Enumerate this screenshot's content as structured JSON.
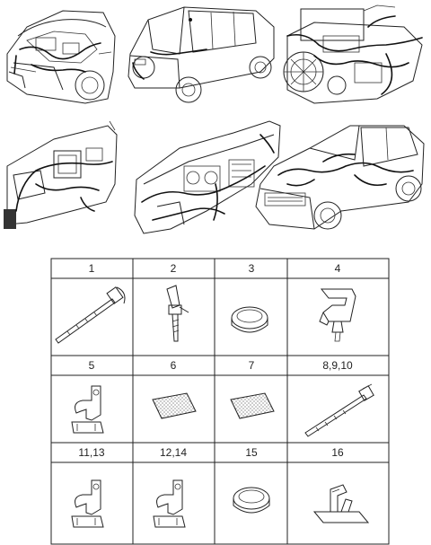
{
  "illustrations": [
    {
      "name": "engine-bay-view-illustration"
    },
    {
      "name": "suv-rear-view-illustration"
    },
    {
      "name": "engine-harness-illustration"
    },
    {
      "name": "door-panel-harness-illustration"
    },
    {
      "name": "dashboard-harness-illustration"
    },
    {
      "name": "suv-front-harness-illustration"
    }
  ],
  "parts": [
    {
      "label": "1",
      "icon": "cable-tie-with-clip-icon"
    },
    {
      "label": "2",
      "icon": "push-clip-tie-icon"
    },
    {
      "label": "3",
      "icon": "round-grommet-icon"
    },
    {
      "label": "4",
      "icon": "harness-clamp-clip-icon"
    },
    {
      "label": "5",
      "icon": "bracket-clamp-icon"
    },
    {
      "label": "6",
      "icon": "foam-pad-icon"
    },
    {
      "label": "7",
      "icon": "foam-pad-icon"
    },
    {
      "label": "8,9,10",
      "icon": "cable-tie-icon"
    },
    {
      "label": "11,13",
      "icon": "bracket-clamp-icon"
    },
    {
      "label": "12,14",
      "icon": "bracket-clamp-icon"
    },
    {
      "label": "15",
      "icon": "round-grommet-icon"
    },
    {
      "label": "16",
      "icon": "edge-clip-icon"
    }
  ]
}
